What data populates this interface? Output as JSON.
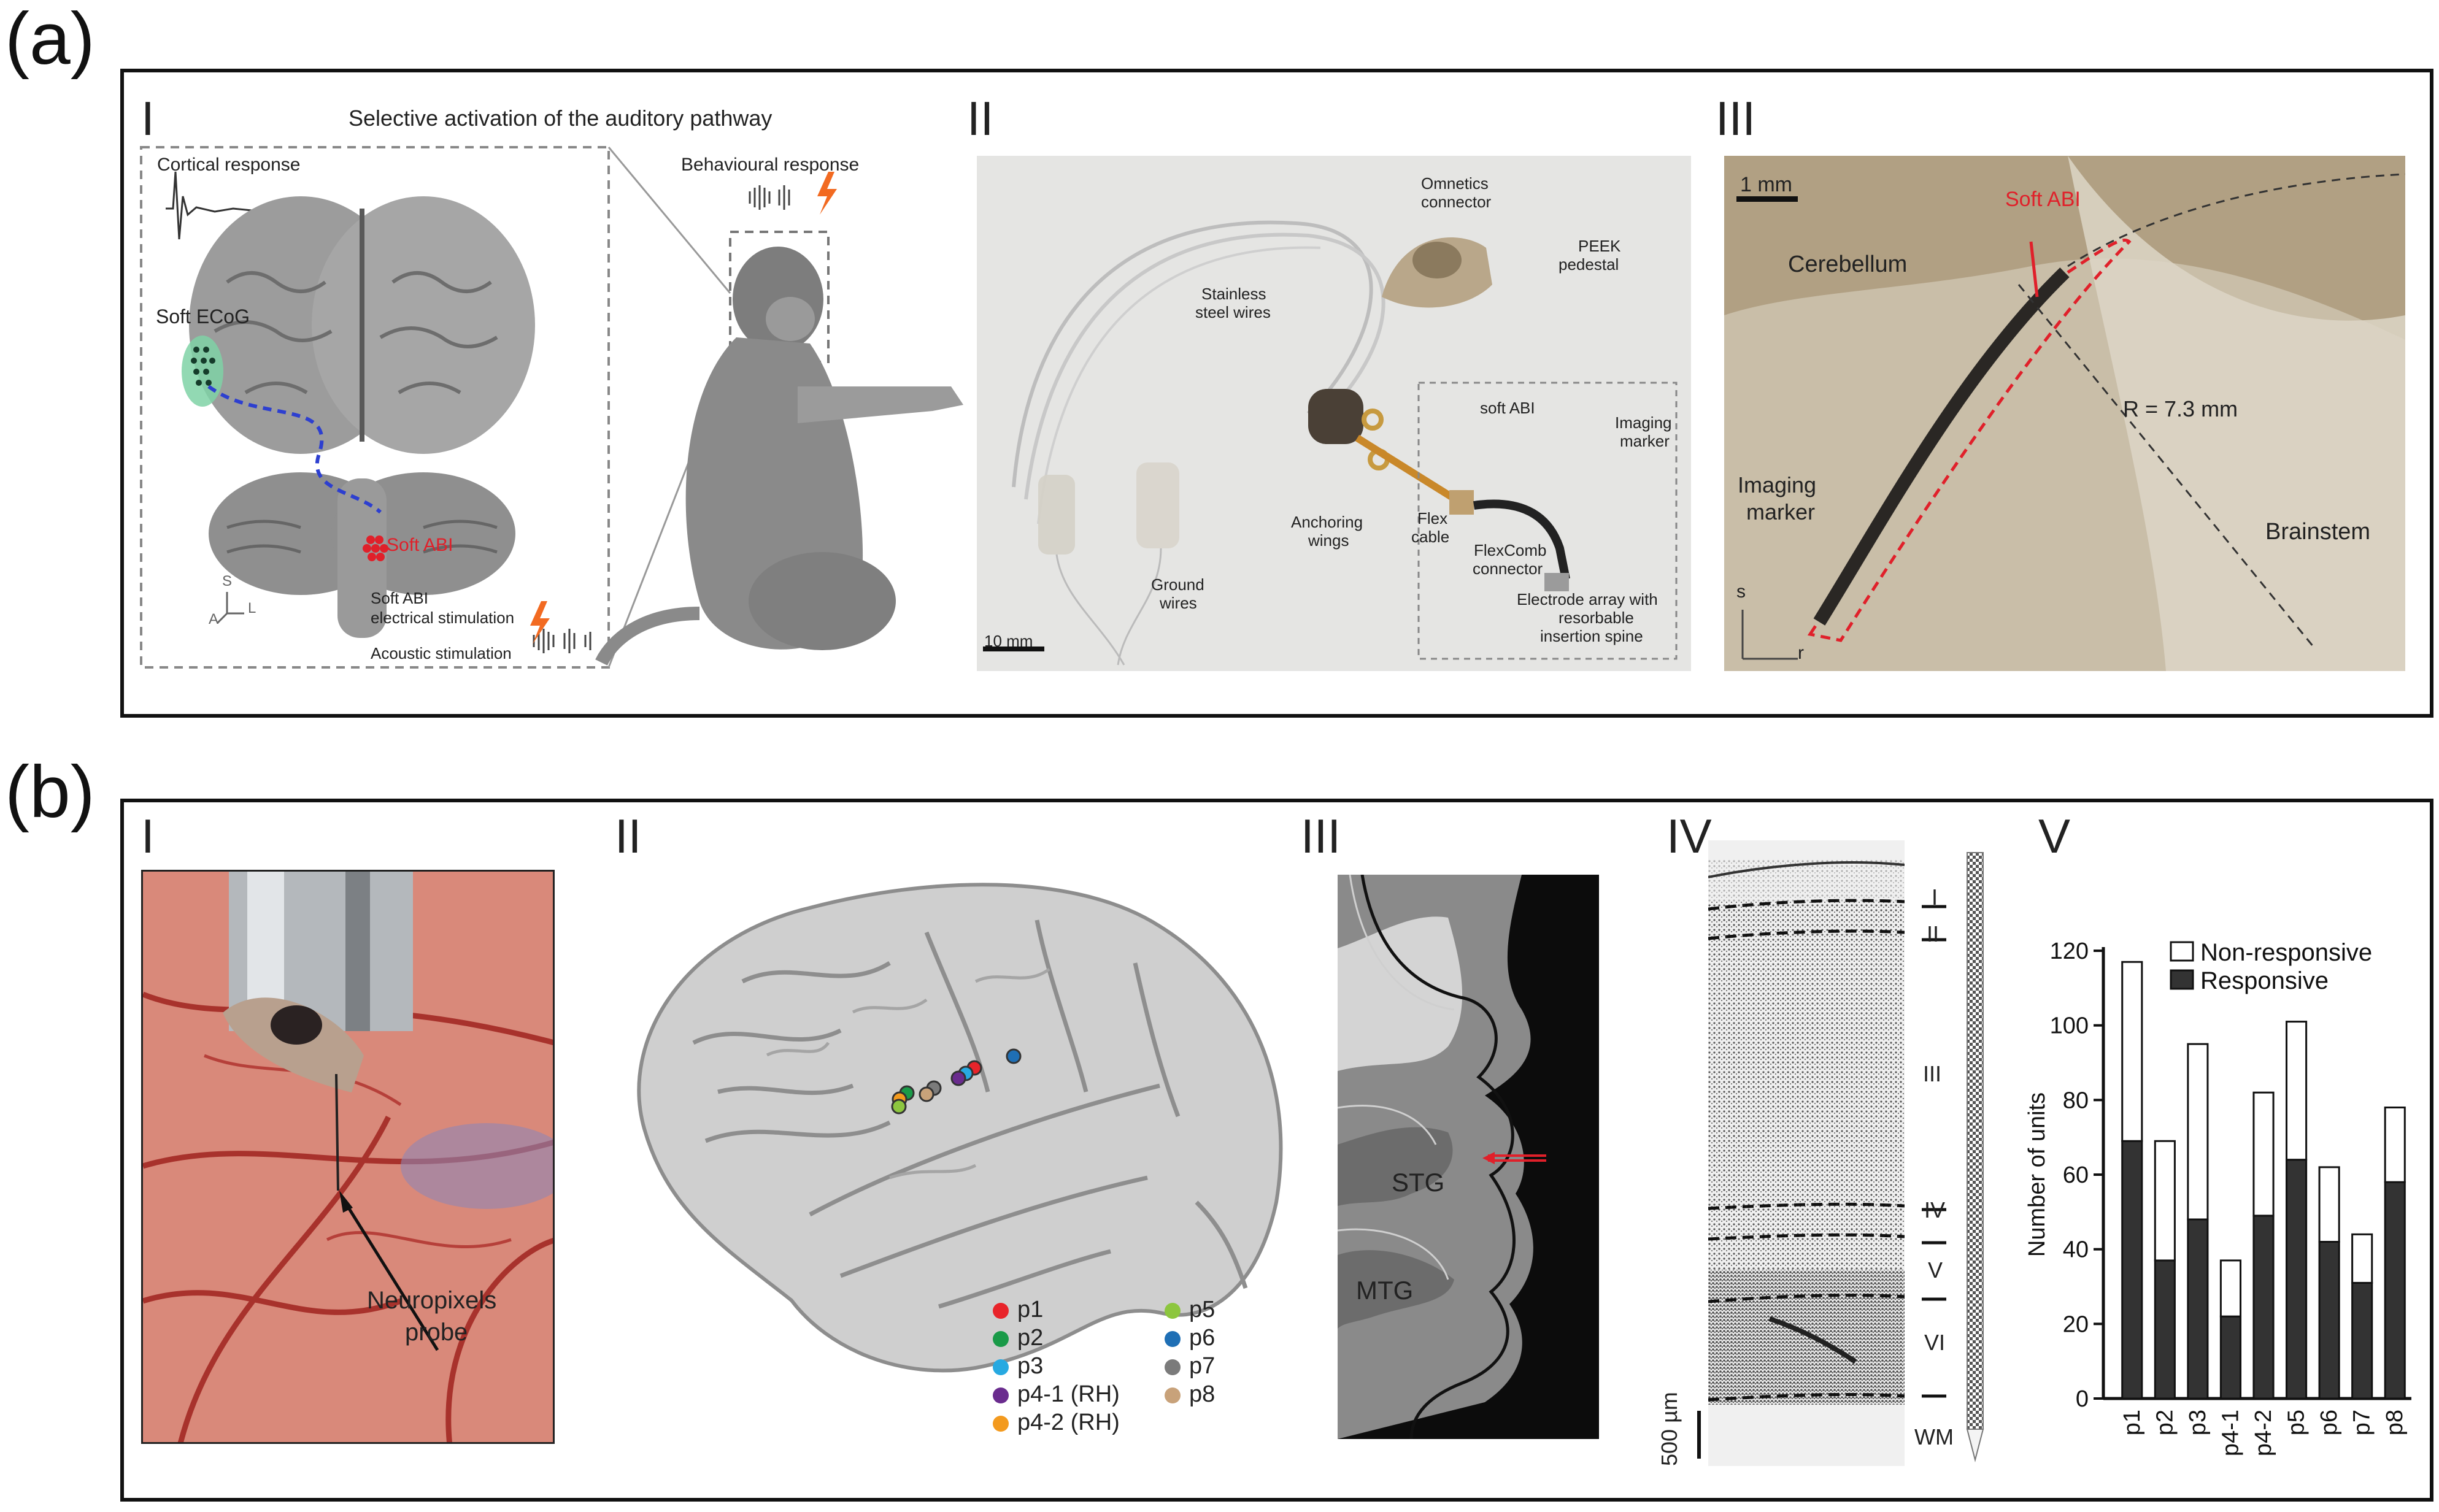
{
  "panel_a": {
    "letter": "(a)",
    "sub1": {
      "roman": "I",
      "title": "Selective activation of the auditory pathway",
      "cortical_response": "Cortical response",
      "behavioural_response": "Behavioural response",
      "soft_ecog": "Soft ECoG",
      "soft_abi": "Soft ABI",
      "soft_abi_stim_line1": "Soft ABI",
      "soft_abi_stim_line2": "electrical stimulation",
      "acoustic_stim": "Acoustic stimulation",
      "axis_s": "S",
      "axis_a": "A",
      "axis_l": "L"
    },
    "sub2": {
      "roman": "II",
      "omnetics_1": "Omnetics",
      "omnetics_2": "connector",
      "peek_1": "PEEK",
      "peek_2": "pedestal",
      "stainless_1": "Stainless",
      "stainless_2": "steel wires",
      "soft_abi": "soft ABI",
      "imaging_1": "Imaging",
      "imaging_2": "marker",
      "anchoring_1": "Anchoring",
      "anchoring_2": "wings",
      "flex_1": "Flex",
      "flex_2": "cable",
      "flexcomb_1": "FlexComb",
      "flexcomb_2": "connector",
      "ground_1": "Ground",
      "ground_2": "wires",
      "electrode_1": "Electrode array with",
      "electrode_2": "resorbable",
      "electrode_3": "insertion spine",
      "scale": "10 mm"
    },
    "sub3": {
      "roman": "III",
      "scale": "1 mm",
      "soft_abi": "Soft ABI",
      "cerebellum": "Cerebellum",
      "radius": "R = 7.3 mm",
      "imaging_1": "Imaging",
      "imaging_2": "marker",
      "brainstem": "Brainstem",
      "axis_s": "s",
      "axis_r": "r"
    }
  },
  "panel_b": {
    "letter": "(b)",
    "sub1": {
      "roman": "I",
      "probe_1": "Neuropixels",
      "probe_2": "probe"
    },
    "sub2": {
      "roman": "II",
      "legend": [
        {
          "label": "p1",
          "color": "#e8242a"
        },
        {
          "label": "p2",
          "color": "#1a9a48"
        },
        {
          "label": "p3",
          "color": "#27a9e1"
        },
        {
          "label": "p4-1 (RH)",
          "color": "#6a2c8e"
        },
        {
          "label": "p4-2 (RH)",
          "color": "#f39a1e"
        },
        {
          "label": "p5",
          "color": "#8dc63f"
        },
        {
          "label": "p6",
          "color": "#1f6fb5"
        },
        {
          "label": "p7",
          "color": "#7b7b7b"
        },
        {
          "label": "p8",
          "color": "#c8a27a"
        }
      ]
    },
    "sub3": {
      "roman": "III",
      "stg": "STG",
      "mtg": "MTG"
    },
    "sub4": {
      "roman": "IV",
      "layers": [
        "I",
        "II",
        "III",
        "IV",
        "V",
        "VI",
        "WM"
      ],
      "scale": "500 µm"
    },
    "sub5": {
      "roman": "V"
    }
  },
  "chart_data": {
    "type": "bar",
    "stacked": true,
    "categories": [
      "p1",
      "p2",
      "p3",
      "p4-1",
      "p4-2",
      "p5",
      "p6",
      "p7",
      "p8"
    ],
    "series": [
      {
        "name": "Responsive",
        "color": "#333333",
        "values": [
          69,
          37,
          48,
          22,
          49,
          64,
          42,
          31,
          58
        ]
      },
      {
        "name": "Non-responsive",
        "color": "#ffffff",
        "values": [
          48,
          32,
          47,
          15,
          33,
          37,
          20,
          13,
          20
        ]
      }
    ],
    "totals": [
      117,
      69,
      95,
      37,
      82,
      101,
      62,
      44,
      78
    ],
    "ylabel": "Number of units",
    "ylim": [
      0,
      120
    ],
    "yticks": [
      0,
      20,
      40,
      60,
      80,
      100,
      120
    ],
    "legend_position": "top-right"
  }
}
